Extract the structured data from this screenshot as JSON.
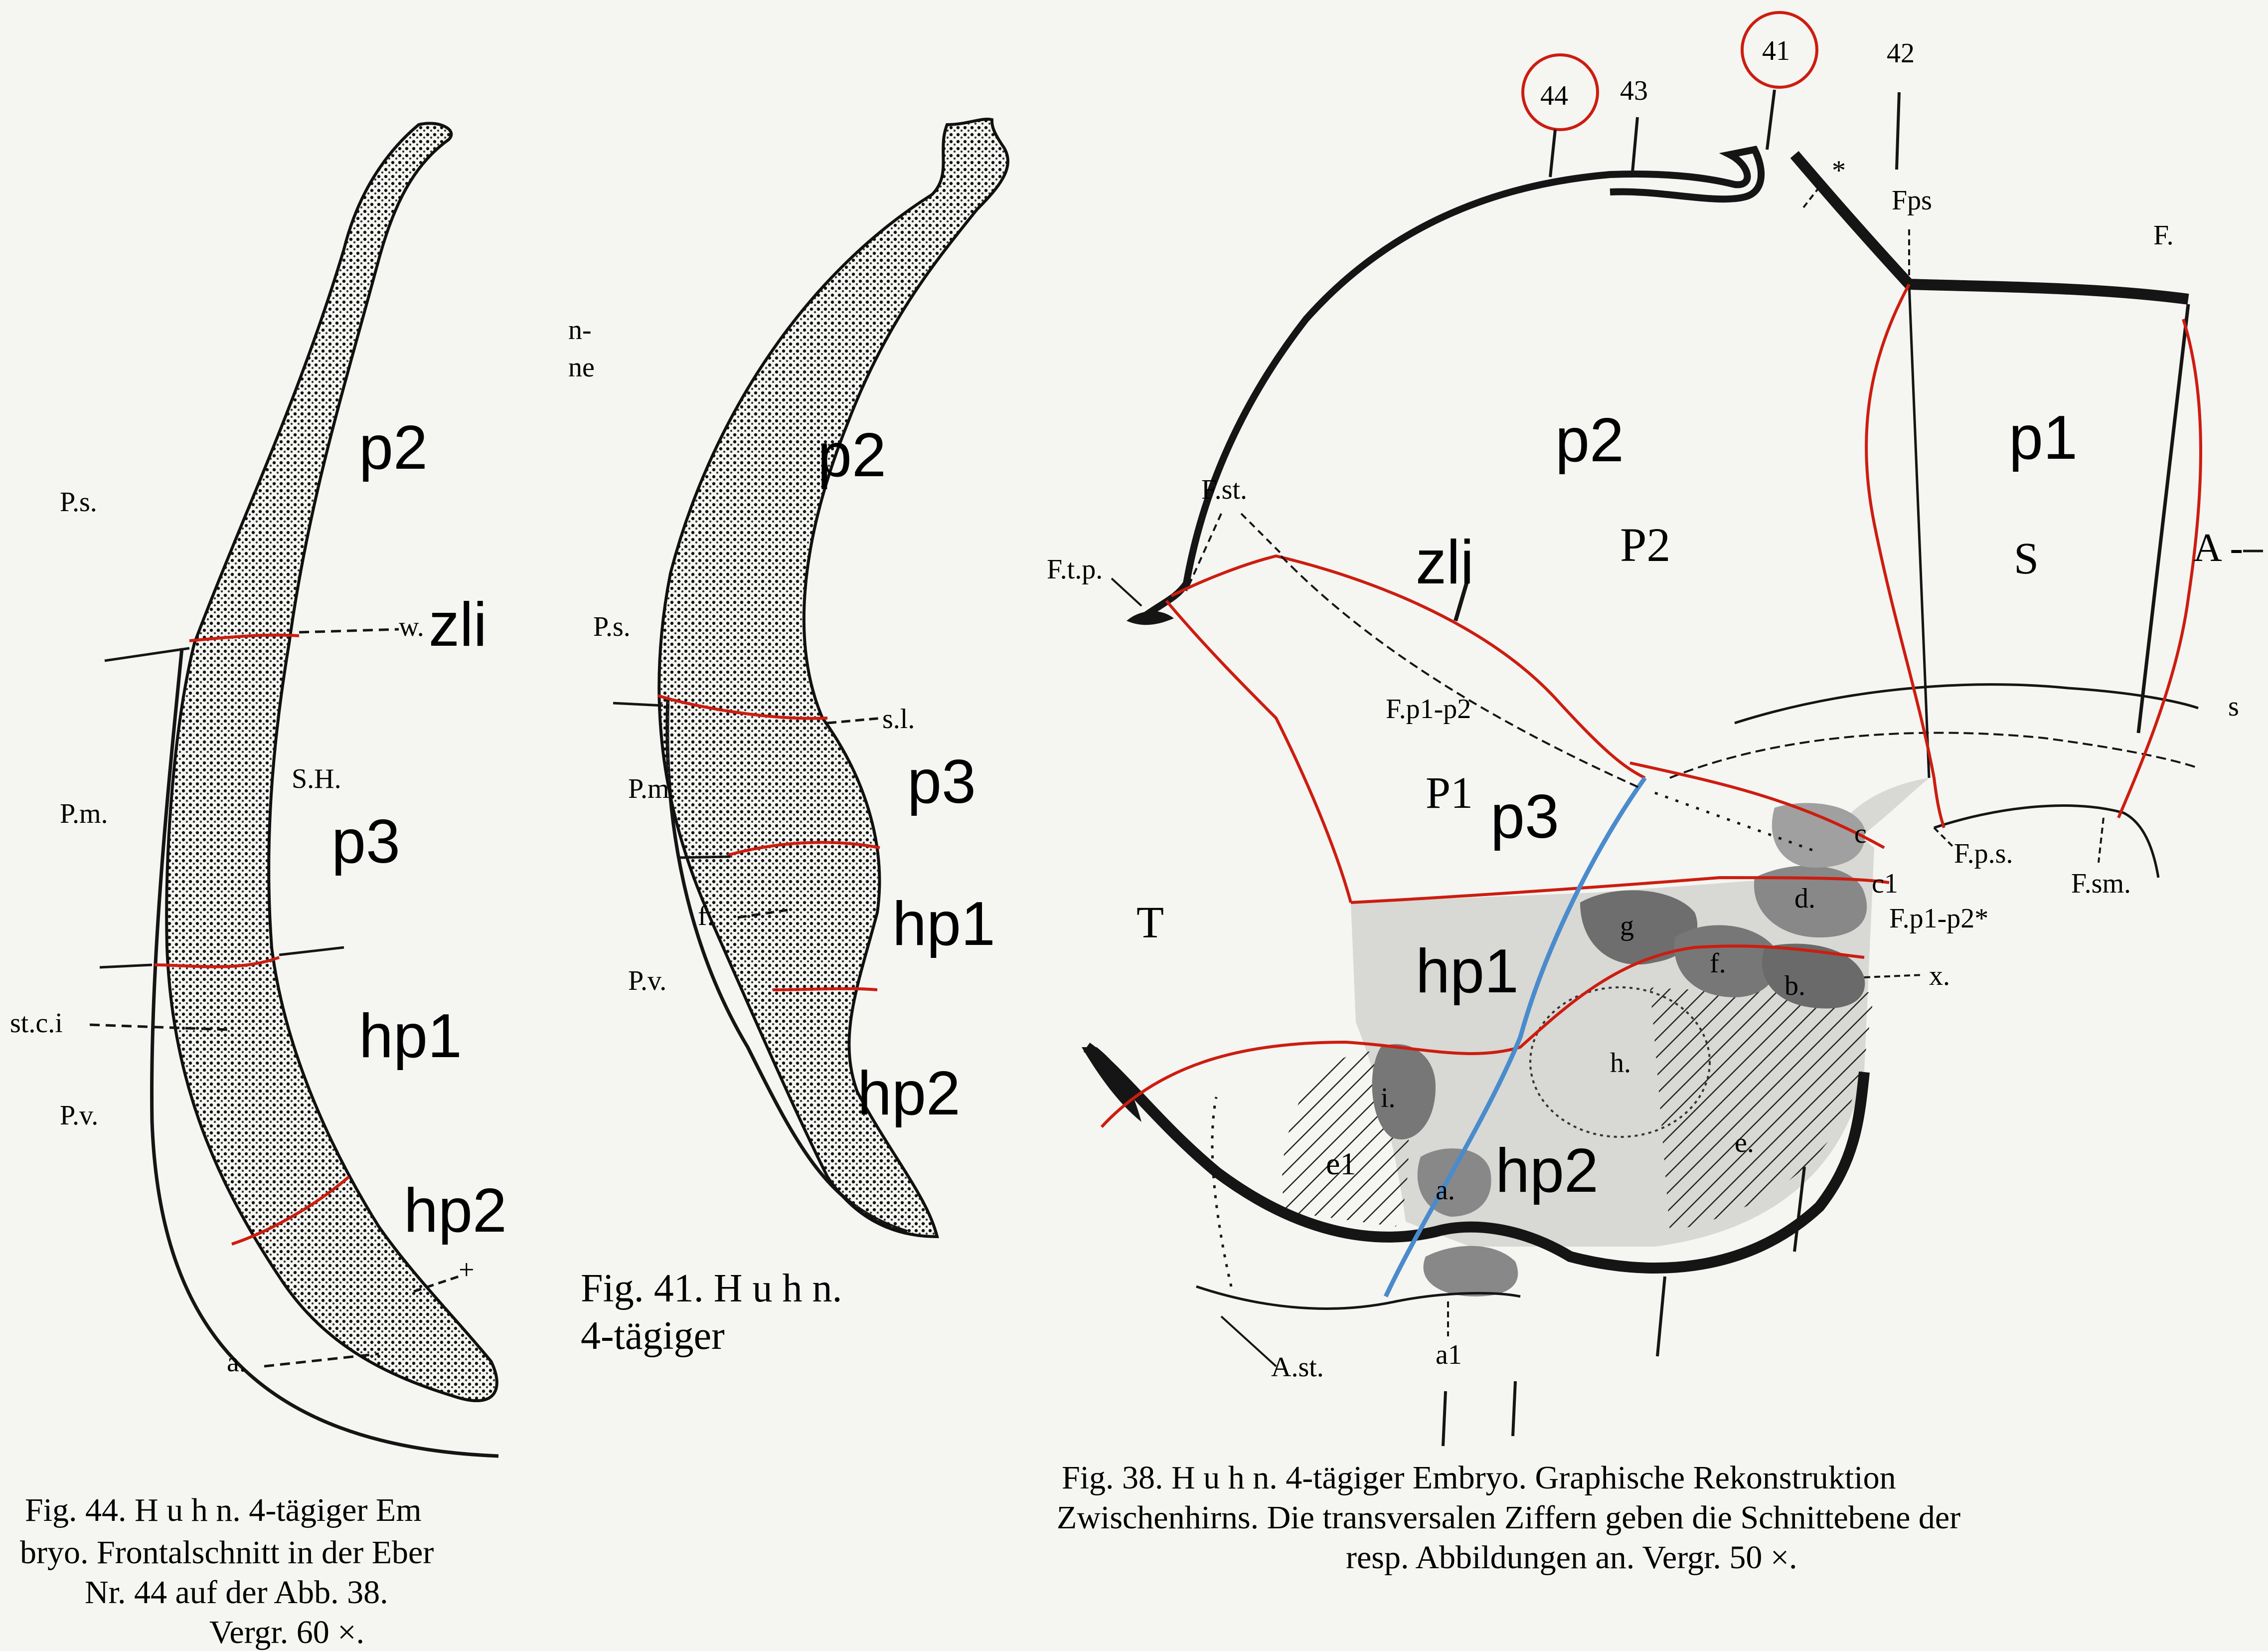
{
  "colors": {
    "annotation_red": "#cc1d10",
    "annotation_blue": "#4a8bcc",
    "ink": "#151515",
    "paper": "#f5f5f2"
  },
  "fig44": {
    "regions": {
      "p2": "p2",
      "zli": "zli",
      "p3": "p3",
      "hp1": "hp1",
      "hp2": "hp2"
    },
    "labels": {
      "ps": "P.s.",
      "pm": "P.m.",
      "pv": "P.v.",
      "w": "w.",
      "sh": "S.H.",
      "stci": "st.c.i",
      "plus": "+",
      "a": "a."
    },
    "caption": [
      "Fig. 44. H u h n. 4-tägiger Em",
      "bryo. Frontalschnitt in der Eber",
      "Nr. 44 auf der Abb. 38.",
      "Vergr. 60 ×."
    ]
  },
  "fig41": {
    "regions": {
      "p2": "p2",
      "p3": "p3",
      "hp1": "hp1",
      "hp2": "hp2"
    },
    "labels": {
      "ps": "P.s.",
      "pm": "P.m.",
      "pv": "P.v.",
      "sl": "s.l.",
      "f": "f.",
      "frag1": "n-",
      "frag2": "ne"
    },
    "caption": [
      "Fig. 41. H u h n.",
      "4-tägiger"
    ]
  },
  "fig38": {
    "regions": {
      "p2": "p2",
      "p1": "p1",
      "zli": "zli",
      "p3": "p3",
      "hp1": "hp1",
      "hp2": "hp2"
    },
    "labels": {
      "n44": "44",
      "n43": "43",
      "n41": "41",
      "n42": "42",
      "star": "*",
      "fps_top": "Fps",
      "f": "F.",
      "fst": "F.st.",
      "ftp": "F.t.p.",
      "P2": "P2",
      "S": "S",
      "A": "A -",
      "s": "s",
      "fp1p2": "F.p1-p2",
      "P1": "P1",
      "T": "T",
      "c": "c",
      "c1": "c1",
      "fps": "F.p.s.",
      "fsm": "F.sm.",
      "fp1p2star": "F.p1-p2*",
      "d": "d.",
      "g": "g",
      "f2": "f.",
      "b": "b.",
      "x": "x.",
      "h": "h.",
      "i": "i.",
      "e1": "e1",
      "a": "a.",
      "e": "e.",
      "ast": "A.st.",
      "a1": "a1"
    },
    "caption": [
      "Fig. 38. H u h n. 4-tägiger Embryo. Graphische Rekonstruktion",
      "Zwischenhirns. Die transversalen Ziffern geben die Schnittebene der",
      "resp. Abbildungen an. Vergr. 50 ×."
    ]
  }
}
